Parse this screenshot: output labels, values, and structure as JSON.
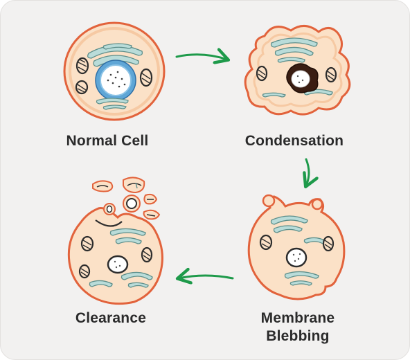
{
  "stages": [
    {
      "id": "normal",
      "label": "Normal Cell"
    },
    {
      "id": "condensation",
      "label": "Condensation"
    },
    {
      "id": "blebbing",
      "label_line1": "Membrane",
      "label_line2": "Blebbing"
    },
    {
      "id": "clearance",
      "label": "Clearance"
    }
  ],
  "flow": [
    "normal",
    "condensation",
    "blebbing",
    "clearance"
  ],
  "colors": {
    "background": "#f2f1f0",
    "cell_fill": "#fbe1c7",
    "cell_outline": "#e2633c",
    "organelle_fill": "#b9dcd9",
    "organelle_stroke": "#5e8f8b",
    "nucleus_ring": "#6eaedc",
    "condensed_chromatin": "#3a1d12",
    "arrow": "#1e9a4a",
    "text": "#2a2a2a"
  }
}
